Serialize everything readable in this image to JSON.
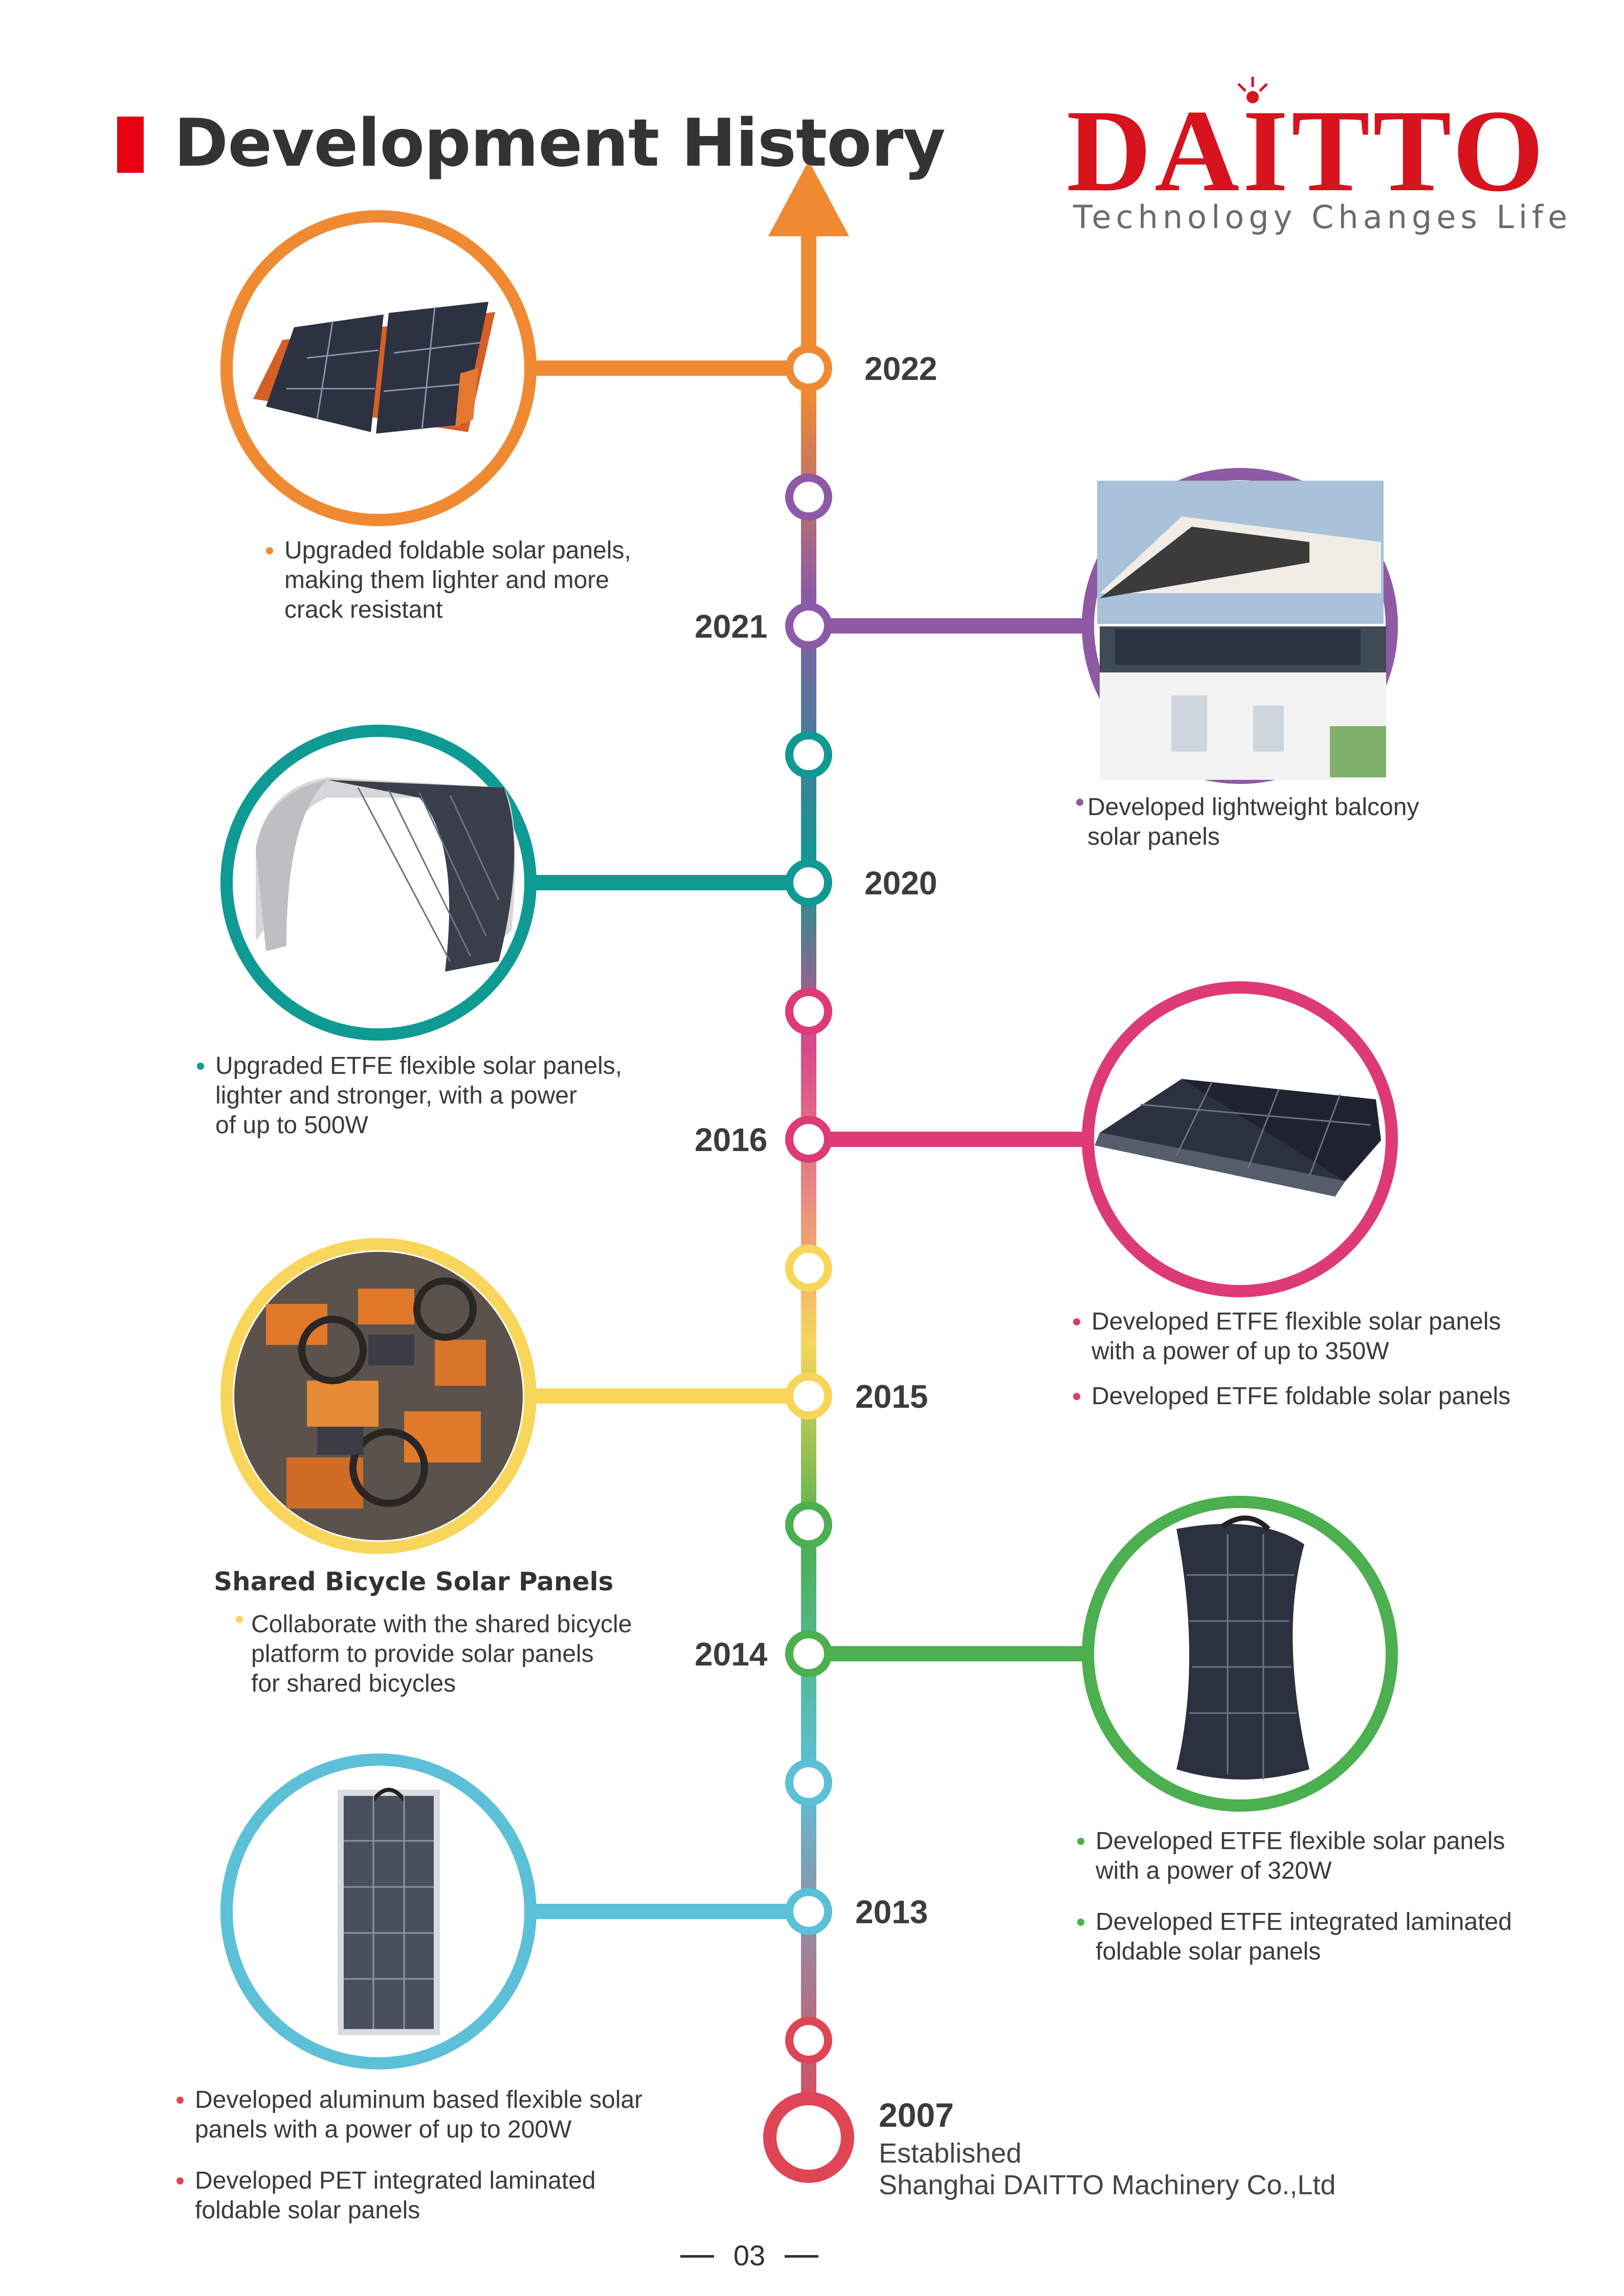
{
  "header": {
    "title": "Development History",
    "logo_text": "DAITTO",
    "logo_tagline": "Technology Changes Life",
    "accent_color": "#e60012"
  },
  "timeline": {
    "colors": {
      "orange": "#ef8a32",
      "purple": "#8e5aa6",
      "teal": "#0f9a93",
      "pink": "#de3a75",
      "yellow": "#f7d65b",
      "green": "#4caf50",
      "blue": "#5cc0d8",
      "red": "#e04555"
    },
    "milestones": [
      {
        "year": "2022",
        "image_icon": "foldable-solar-panel-icon",
        "items": [
          {
            "lines": [
              "Upgraded foldable solar panels,",
              "making them lighter and more",
              "crack resistant"
            ]
          }
        ]
      },
      {
        "year": "2021",
        "image_icon": "balcony-solar-panel-icon",
        "items": [
          {
            "lines": [
              "Developed lightweight balcony",
              "solar panels"
            ]
          }
        ]
      },
      {
        "year": "2020",
        "image_icon": "curved-flexible-panel-icon",
        "items": [
          {
            "lines": [
              "Upgraded ETFE flexible solar panels,",
              "lighter and stronger, with a power",
              "of up to 500W"
            ]
          }
        ]
      },
      {
        "year": "2016",
        "image_icon": "foldable-panel-array-icon",
        "items": [
          {
            "lines": [
              "Developed ETFE flexible solar panels",
              "with a power of up to 350W"
            ]
          },
          {
            "lines": [
              "Developed ETFE foldable solar panels"
            ]
          }
        ]
      },
      {
        "year": "2015",
        "image_icon": "shared-bicycles-icon",
        "heading": "Shared Bicycle Solar Panels",
        "items": [
          {
            "lines": [
              "Collaborate with the shared bicycle",
              "platform to provide solar panels",
              "for shared bicycles"
            ]
          }
        ]
      },
      {
        "year": "2014",
        "image_icon": "bent-flexible-panel-icon",
        "items": [
          {
            "lines": [
              "Developed ETFE flexible solar panels",
              "with a power of 320W"
            ]
          },
          {
            "lines": [
              "Developed ETFE integrated laminated",
              "foldable solar panels"
            ]
          }
        ]
      },
      {
        "year": "2013",
        "image_icon": "flat-flexible-panel-icon",
        "items": [
          {
            "lines": [
              "Developed aluminum based flexible solar",
              "panels with a power of up to 200W"
            ]
          },
          {
            "lines": [
              "Developed PET integrated laminated",
              "foldable solar panels"
            ]
          }
        ]
      }
    ],
    "established": {
      "year": "2007",
      "label": "Established",
      "company": "Shanghai DAITTO Machinery Co.,Ltd"
    }
  },
  "footer": {
    "page_number": "03"
  }
}
